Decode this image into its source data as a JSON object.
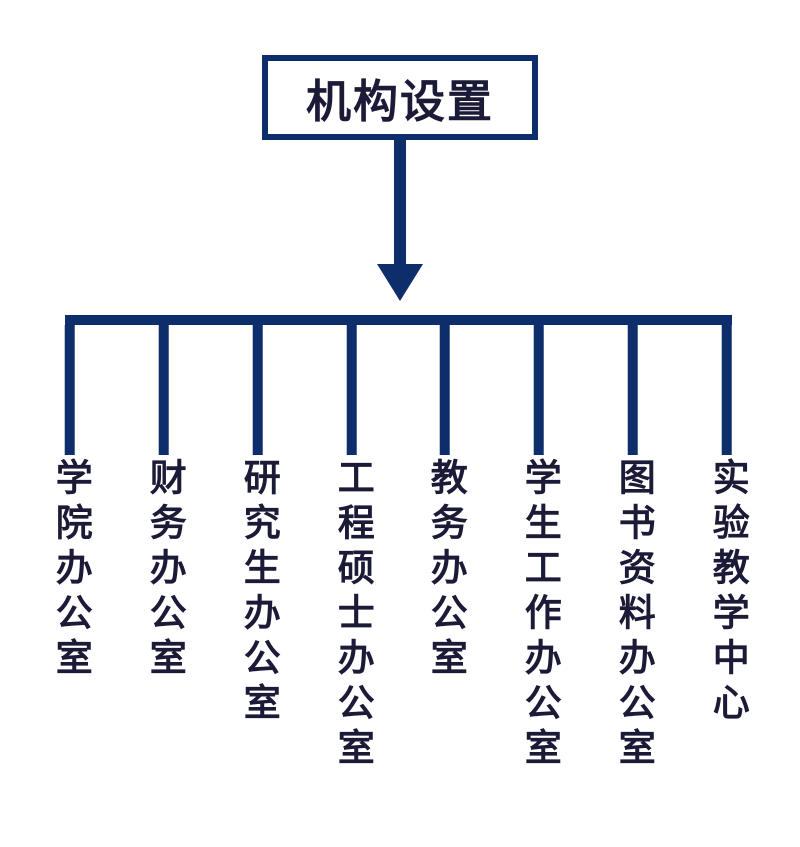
{
  "colors": {
    "line_navy": "#0d2d6b",
    "text_navy": "#1b1b38",
    "background": "#ffffff"
  },
  "diagram": {
    "type": "org-chart",
    "root_label": "机构设置",
    "branches": [
      {
        "label": "学院办公室"
      },
      {
        "label": "财务办公室"
      },
      {
        "label": "研究生办公室"
      },
      {
        "label": "工程硕士办公室"
      },
      {
        "label": "教务办公室"
      },
      {
        "label": "学生工作办公室"
      },
      {
        "label": "图书资料办公室"
      },
      {
        "label": "实验教学中心"
      }
    ]
  }
}
